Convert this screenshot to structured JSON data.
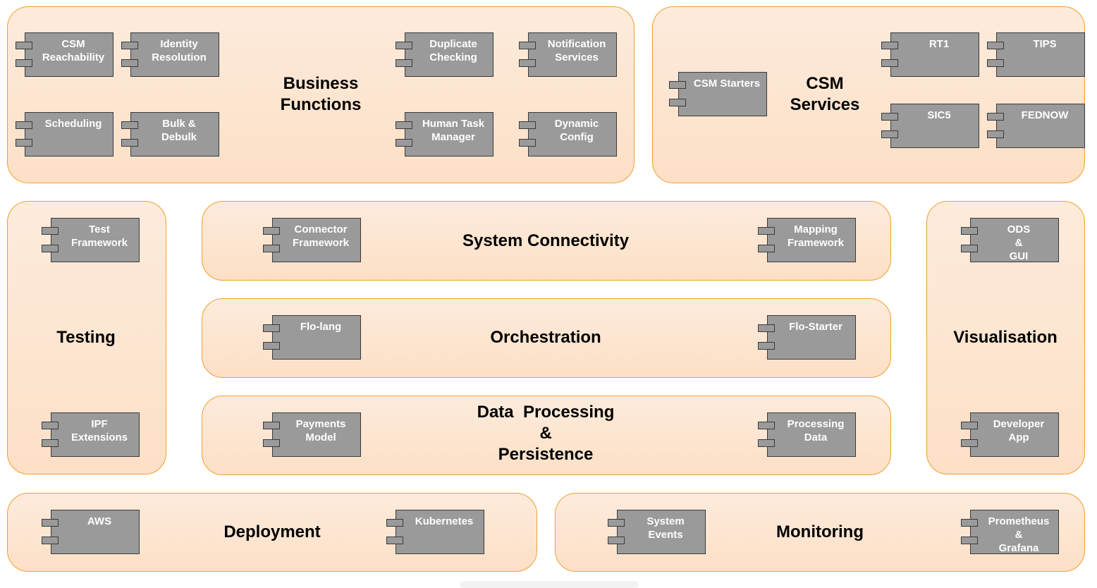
{
  "groups": {
    "business_functions": {
      "title": "Business\nFunctions",
      "components": [
        "CSM\nReachability",
        "Identity\nResolution",
        "Scheduling",
        "Bulk &\nDebulk",
        "Duplicate\nChecking",
        "Notification\nServices",
        "Human Task\nManager",
        "Dynamic\nConfig"
      ]
    },
    "csm_services": {
      "title": "CSM\nServices",
      "components": [
        "CSM Starters",
        "RT1",
        "TIPS",
        "SIC5",
        "FEDNOW"
      ]
    },
    "testing": {
      "title": "Testing",
      "components": [
        "Test\nFramework",
        "IPF\nExtensions"
      ]
    },
    "system_connectivity": {
      "title": "System Connectivity",
      "components": [
        "Connector\nFramework",
        "Mapping\nFramework"
      ]
    },
    "orchestration": {
      "title": "Orchestration",
      "components": [
        "Flo-lang",
        "Flo-Starter"
      ]
    },
    "data_processing": {
      "title": "Data  Processing\n&\nPersistence",
      "components": [
        "Payments\nModel",
        "Processing\nData"
      ]
    },
    "visualisation": {
      "title": "Visualisation",
      "components": [
        "ODS\n&\nGUI",
        "Developer\nApp"
      ]
    },
    "deployment": {
      "title": "Deployment",
      "components": [
        "AWS",
        "Kubernetes"
      ]
    },
    "monitoring": {
      "title": "Monitoring",
      "components": [
        "System\nEvents",
        "Prometheus\n&\nGrafana"
      ]
    }
  },
  "colors": {
    "group_border": "#f0a030",
    "group_fill": "#fde5d0",
    "component_fill": "#9a9a9a",
    "component_border": "#3a3a3a",
    "component_text": "#ffffff"
  }
}
